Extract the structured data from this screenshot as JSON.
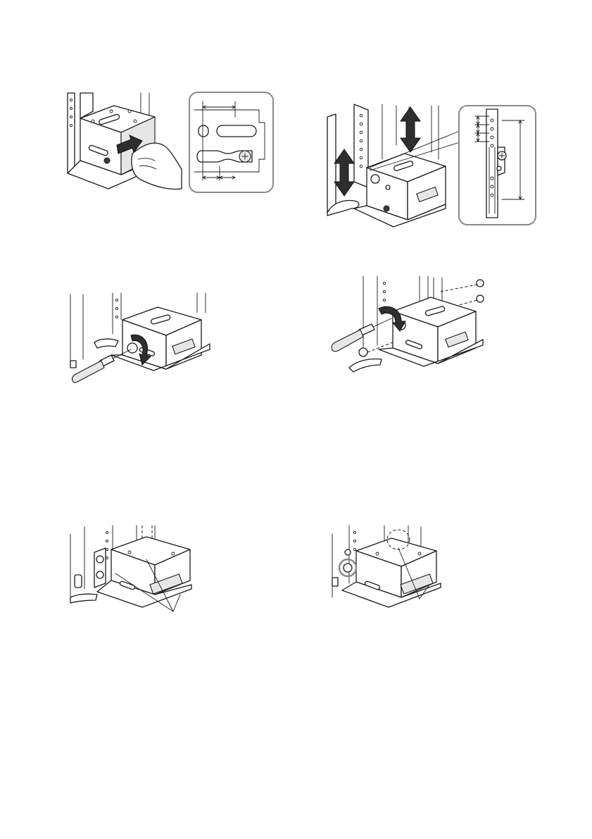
{
  "page": {
    "background": "#ffffff",
    "line_color": "#1a1a1a",
    "shade_color": "#e6e6e6",
    "arrow_color": "#2e2e2e"
  },
  "figures": [
    {
      "name": "bracket-slide-illustration",
      "icons": [
        "hand-icon",
        "slide-arrow-icon",
        "screw-icon"
      ]
    },
    {
      "name": "slot-dimension-detail",
      "icons": [
        "screw-icon",
        "dimension-line-icon"
      ]
    },
    {
      "name": "bracket-height-adjust-illustration",
      "icons": [
        "up-down-arrow-icon",
        "hand-icon"
      ]
    },
    {
      "name": "rail-hole-detail",
      "icons": [
        "screw-icon",
        "dimension-line-icon"
      ]
    },
    {
      "name": "screwdriver-tighten-front-illustration",
      "icons": [
        "screwdriver-icon",
        "rotate-arrow-icon"
      ]
    },
    {
      "name": "screwdriver-tighten-rear-illustration",
      "icons": [
        "screwdriver-icon",
        "rotate-arrow-icon",
        "screw-icon"
      ]
    },
    {
      "name": "bracket-screw-callout-left",
      "icons": [
        "callout-line-icon",
        "screw-icon"
      ]
    },
    {
      "name": "bracket-screw-callout-right",
      "icons": [
        "callout-line-icon",
        "circle-highlight-icon"
      ]
    }
  ]
}
